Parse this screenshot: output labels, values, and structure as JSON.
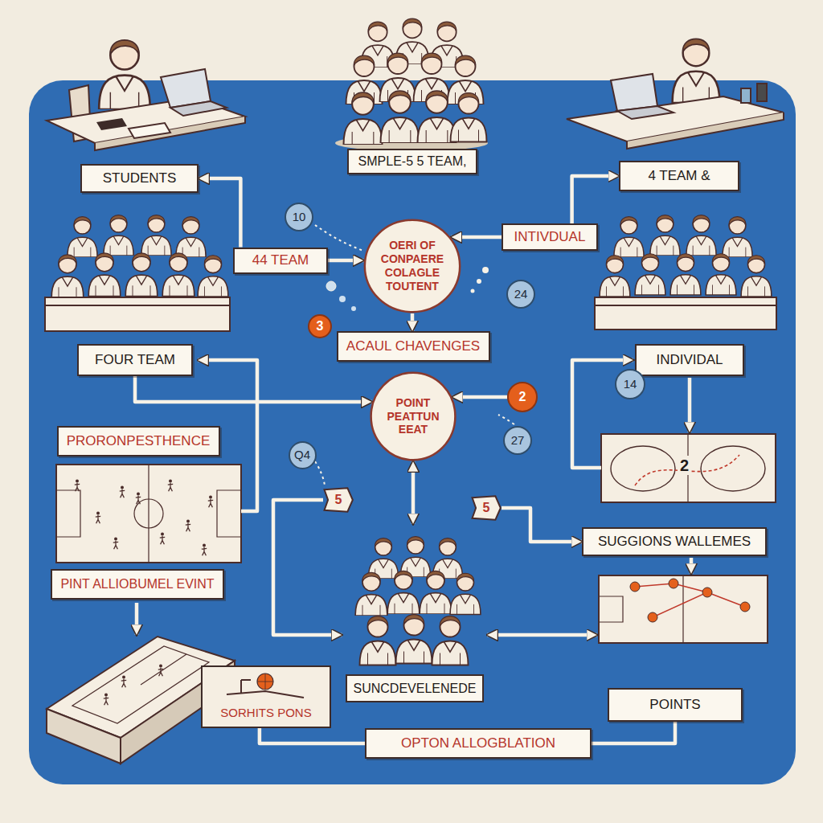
{
  "diagram": {
    "nodes": [
      {
        "text": [
          "STUDENTS"
        ]
      },
      {
        "text": [
          "SMPLE-5 5 TEAM,"
        ]
      },
      {
        "text": [
          "4 TEAM &"
        ]
      },
      {
        "text": [
          "10"
        ]
      },
      {
        "text": [
          "44 TEAM"
        ]
      },
      {
        "text": [
          "OERI OF CONPAERE COLAGLE TOUTENT"
        ]
      },
      {
        "text": [
          "INTIVDUAL"
        ]
      },
      {
        "text": [
          "24"
        ]
      },
      {
        "text": [
          "3"
        ]
      },
      {
        "text": [
          "ACAUL CHAVENGES"
        ]
      },
      {
        "text": [
          "FOUR TEAM"
        ]
      },
      {
        "text": [
          "INDIVIDAL"
        ]
      },
      {
        "text": [
          "POINT PEATTUN EEAT"
        ]
      },
      {
        "text": [
          "2"
        ]
      },
      {
        "text": [
          "14"
        ]
      },
      {
        "text": [
          "27"
        ]
      },
      {
        "text": [
          "PRORONPESTHENCE"
        ]
      },
      {
        "text": [
          "Q4"
        ]
      },
      {
        "text": [
          "5"
        ]
      },
      {
        "text": [
          "5"
        ]
      },
      {
        "text": [
          "SUGGIONS WALLEMES"
        ]
      },
      {
        "text": [
          "PINT ALLIOBUMEL EVINT"
        ]
      },
      {
        "text": [
          "SUNCDEVELENEDE"
        ]
      },
      {
        "text": [
          "SORHITS PONS"
        ]
      },
      {
        "text": [
          "POINTS"
        ]
      },
      {
        "text": [
          "OPTON ALLOGBLATION"
        ]
      }
    ],
    "edges": [
      {
        "from": 4,
        "to": 0,
        "arrow": "to"
      },
      {
        "from": 4,
        "to": 5,
        "arrow": "to"
      },
      {
        "from": 6,
        "to": 5,
        "arrow": "to"
      },
      {
        "from": 6,
        "to": 2,
        "arrow": "to"
      },
      {
        "from": 5,
        "to": 9,
        "arrow": "to"
      },
      {
        "from": 10,
        "to": 12,
        "arrow": "to"
      },
      {
        "from": 13,
        "to": 12,
        "arrow": "to"
      },
      {
        "from": 12,
        "to": 22,
        "arrow": "both"
      },
      {
        "from": 18,
        "to": 22,
        "arrow": "to"
      },
      {
        "from": 19,
        "to": 20,
        "arrow": "to"
      },
      {
        "from": 23,
        "to": 25,
        "arrow": "none"
      },
      {
        "from": 25,
        "to": 24,
        "arrow": "none"
      }
    ],
    "labels": [
      "2"
    ]
  }
}
